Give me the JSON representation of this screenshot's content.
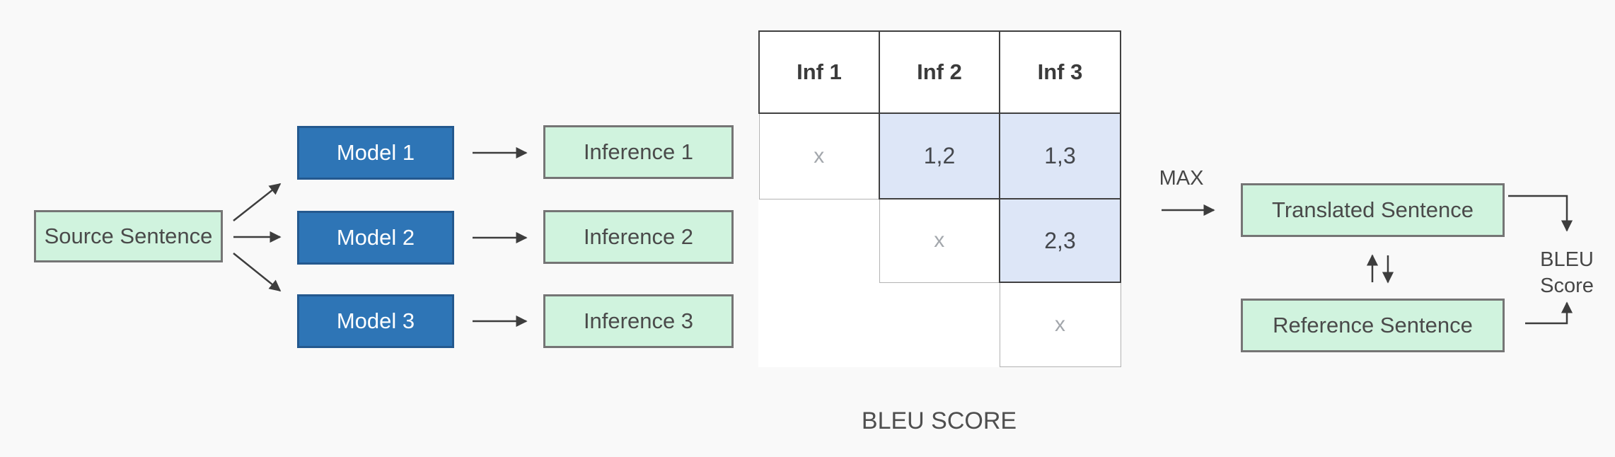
{
  "pipeline": {
    "source": {
      "label": "Source Sentence"
    },
    "models": [
      {
        "label": "Model 1"
      },
      {
        "label": "Model 2"
      },
      {
        "label": "Model 3"
      }
    ],
    "inferences": [
      {
        "label": "Inference 1"
      },
      {
        "label": "Inference 2"
      },
      {
        "label": "Inference 3"
      }
    ]
  },
  "matrix": {
    "caption": "BLEU SCORE",
    "headers": [
      "Inf 1",
      "Inf 2",
      "Inf 3"
    ],
    "rows": [
      [
        "x",
        "1,2",
        "1,3"
      ],
      [
        "",
        "x",
        "2,3"
      ],
      [
        "",
        "",
        "x"
      ]
    ]
  },
  "selection": {
    "max_label": "MAX"
  },
  "evaluation": {
    "translated_label": "Translated Sentence",
    "reference_label": "Reference Sentence",
    "bleu_line1": "BLEU",
    "bleu_line2": "Score"
  },
  "colors": {
    "background": "#f9f9f9",
    "green_fill": "#d0f3de",
    "green_border": "#757575",
    "blue_fill": "#2e75b6",
    "blue_border": "#24598f",
    "matrix_pair_fill": "#dde6f7",
    "matrix_dark_border": "#404040",
    "matrix_light_border": "#b3b3b3",
    "arrow": "#3d3d3d"
  }
}
